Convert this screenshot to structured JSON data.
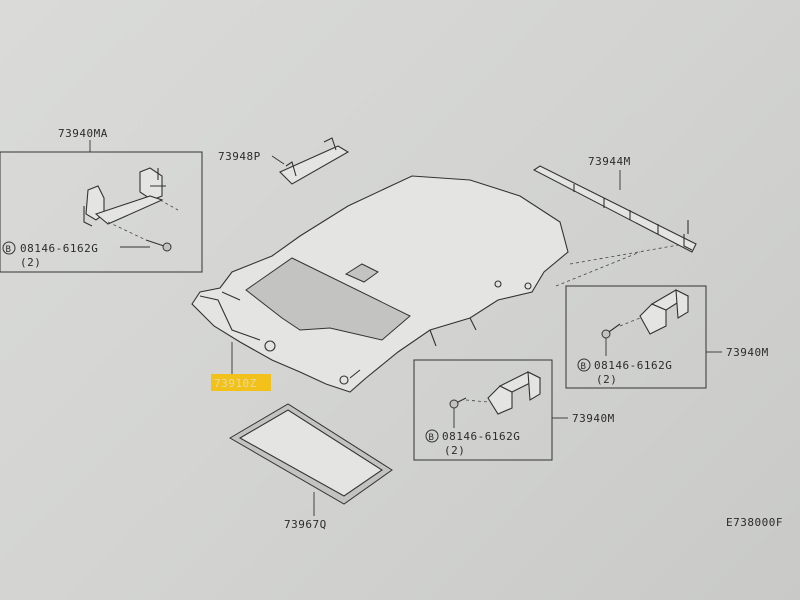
{
  "diagram": {
    "labels": {
      "clip_assy_left": "73940MA",
      "bolt_left": "08146-6162G",
      "bolt_left_qty": "(2)",
      "bracket_top": "73948P",
      "rail_right": "73944M",
      "grip_right": "73940M",
      "bolt_right": "08146-6162G",
      "bolt_right_qty": "(2)",
      "grip_mid": "73940M",
      "bolt_mid": "08146-6162G",
      "bolt_mid_qty": "(2)",
      "headlining": "73910Z",
      "sunroof_trim": "73967Q",
      "diagram_code": "E738000F"
    },
    "bolt_marker": "B",
    "colors": {
      "highlight": "#f2c21a",
      "line": "#333333",
      "background": "#d6d7d5"
    }
  }
}
